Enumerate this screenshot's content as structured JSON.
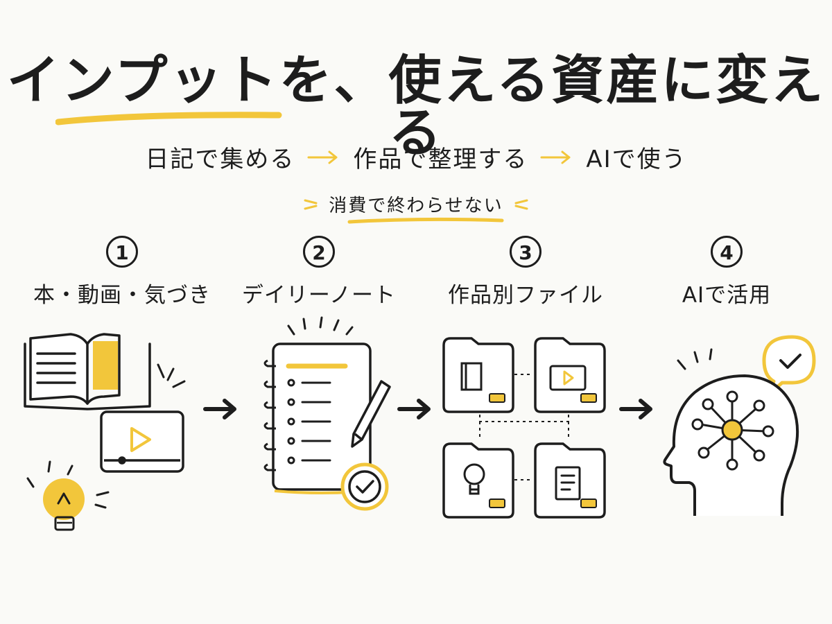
{
  "title": "インプットを、使える資産に変える",
  "subtitle": {
    "step1": "日記で集める",
    "step2": "作品で整理する",
    "step3": "AIで使う"
  },
  "tagline": "消費で終わらせない",
  "steps": [
    {
      "num": "1",
      "label": "本・動画・気づき"
    },
    {
      "num": "2",
      "label": "デイリーノート"
    },
    {
      "num": "3",
      "label": "作品別ファイル"
    },
    {
      "num": "4",
      "label": "AIで活用"
    }
  ],
  "colors": {
    "accent": "#f2c63b",
    "ink": "#1d1d1d",
    "background": "#fafaf7"
  },
  "icons": [
    "book-icon",
    "video-player-icon",
    "lightbulb-icon",
    "notebook-icon",
    "pencil-icon",
    "check-badge-icon",
    "folder-book-icon",
    "folder-video-icon",
    "folder-lightbulb-icon",
    "folder-document-icon",
    "head-network-icon",
    "speech-check-icon",
    "arrow-right-icon"
  ]
}
